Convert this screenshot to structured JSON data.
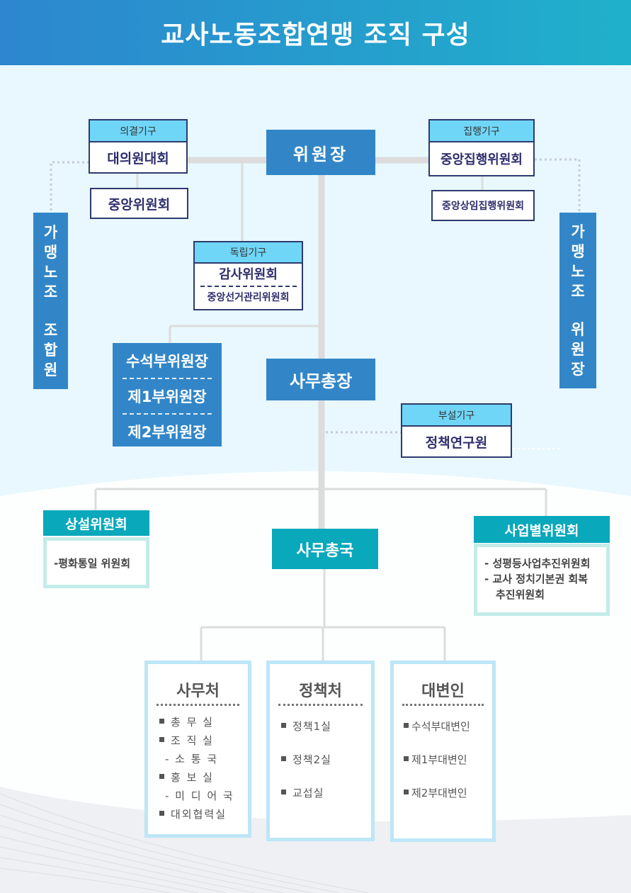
{
  "title": "교사노동조합연맹 조직 구성",
  "chairman": "위원장",
  "decision": {
    "tag": "의결기구",
    "main": "대의원대회",
    "sub": "중앙위원회"
  },
  "executive": {
    "tag": "집행기구",
    "main": "중앙집행위원회",
    "sub": "중앙상임집행위원회"
  },
  "independent": {
    "tag": "독립기구",
    "items": [
      "감사위원회",
      "중앙선거관리위원회"
    ]
  },
  "left_vertical": {
    "top": [
      "가",
      "맹",
      "노",
      "조"
    ],
    "bottom": [
      "조",
      "합",
      "원"
    ]
  },
  "right_vertical": {
    "top": [
      "가",
      "맹",
      "노",
      "조"
    ],
    "bottom": [
      "위",
      "원",
      "장"
    ]
  },
  "vice_chairs": [
    "수석부위원장",
    "제1부위원장",
    "제2부위원장"
  ],
  "secretary_general": "사무총장",
  "affiliated": {
    "tag": "부설기구",
    "main": "정책연구원"
  },
  "standing_committee": {
    "title": "상설위원회",
    "items": [
      "-평화통일 위원회"
    ]
  },
  "secretariat": "사무총국",
  "project_committee": {
    "title": "사업별위원회",
    "items": [
      "- 성평등사업추진위원회",
      "- 교사 정치기본권 회복",
      "추진위원회"
    ]
  },
  "departments": [
    {
      "title": "사무처",
      "items": [
        {
          "text": "총 무 실",
          "sub": false
        },
        {
          "text": "조 직 실",
          "sub": false
        },
        {
          "text": "- 소 통 국",
          "sub": true
        },
        {
          "text": "홍 보 실",
          "sub": false
        },
        {
          "text": "- 미 디 어 국",
          "sub": true
        },
        {
          "text": "대외협력실",
          "sub": false
        }
      ]
    },
    {
      "title": "정책처",
      "items": [
        {
          "text": "정책1실",
          "sub": false
        },
        {
          "text": "정책2실",
          "sub": false
        },
        {
          "text": "교섭실",
          "sub": false
        }
      ]
    },
    {
      "title": "대변인",
      "items": [
        {
          "text": "수석부대변인",
          "sub": false
        },
        {
          "text": "제1부대변인",
          "sub": false
        },
        {
          "text": "제2부대변인",
          "sub": false
        }
      ]
    }
  ]
}
